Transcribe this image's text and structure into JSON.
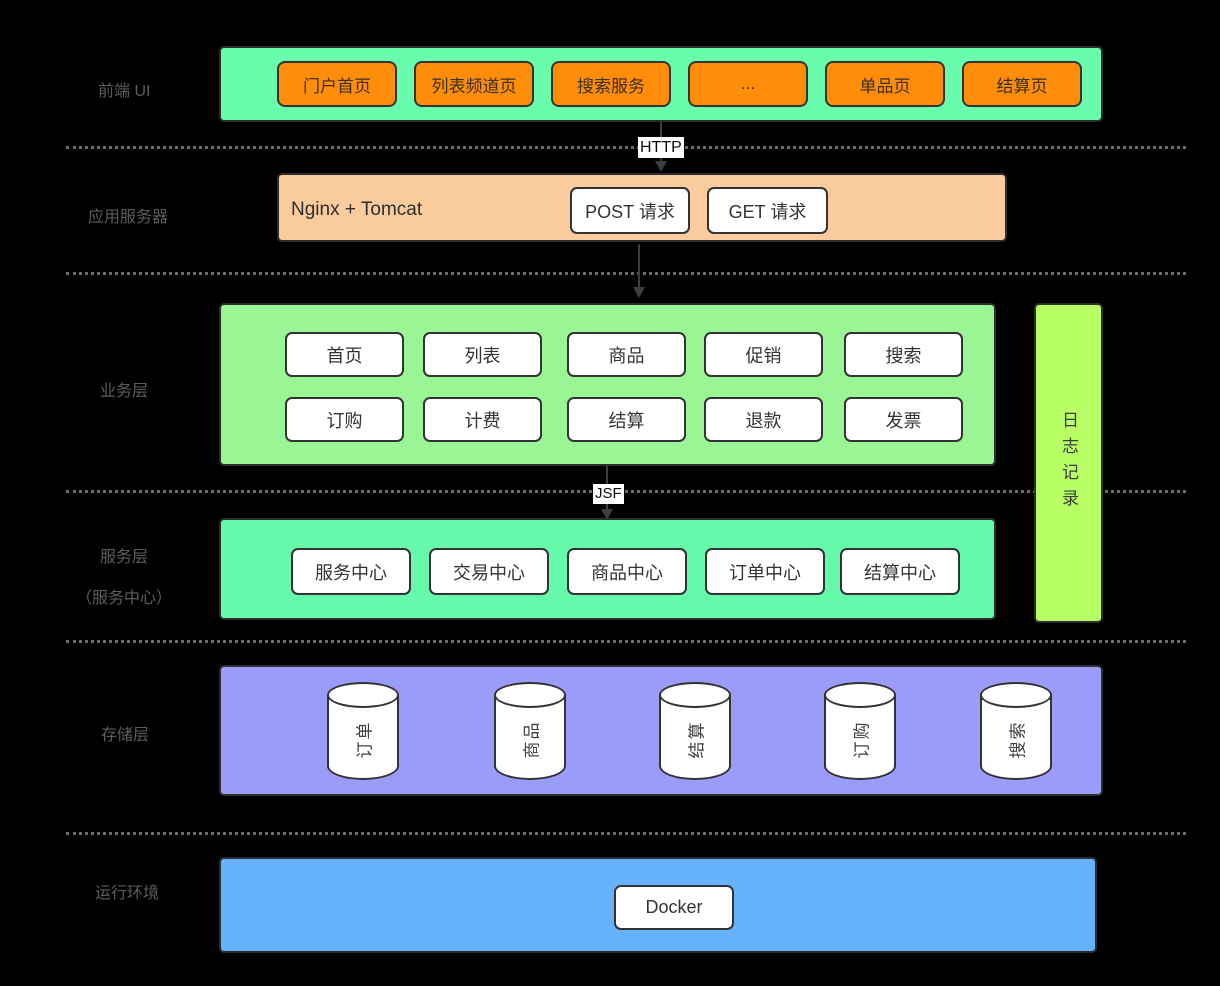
{
  "diagram": {
    "frontend": {
      "label": "前端 UI",
      "buttons": [
        "门户首页",
        "列表频道页",
        "搜索服务",
        "...",
        "单品页",
        "结算页"
      ]
    },
    "app_server": {
      "label": "应用服务器",
      "name": "Nginx + Tomcat",
      "requests": [
        "POST 请求",
        "GET 请求"
      ]
    },
    "business": {
      "label": "业务层",
      "modules_row1": [
        "首页",
        "列表",
        "商品",
        "促销",
        "搜索"
      ],
      "modules_row2": [
        "订购",
        "计费",
        "结算",
        "退款",
        "发票"
      ]
    },
    "logging": {
      "label": "日志记录"
    },
    "service": {
      "label": "服务层",
      "sublabel": "（服务中心）",
      "centers": [
        "服务中心",
        "交易中心",
        "商品中心",
        "订单中心",
        "结算中心"
      ]
    },
    "storage": {
      "label": "存储层",
      "databases": [
        "订单",
        "商品",
        "结算",
        "订购",
        "搜索"
      ]
    },
    "runtime": {
      "label": "运行环境",
      "environment": "Docker"
    },
    "connections": {
      "http": "HTTP",
      "jsf": "JSF"
    }
  },
  "colors": {
    "background": "#000000",
    "frontend_bar": "#69FCAD",
    "app_server_bar": "#FACB9C",
    "business_bar": "#9AF595",
    "logging_bar": "#B8FF66",
    "service_bar": "#66F9AC",
    "storage_bar": "#9B9BFA",
    "runtime_bar": "#66B2FC",
    "frontend_button": "#FF8D0A",
    "node_box": "#FFFFFF"
  }
}
